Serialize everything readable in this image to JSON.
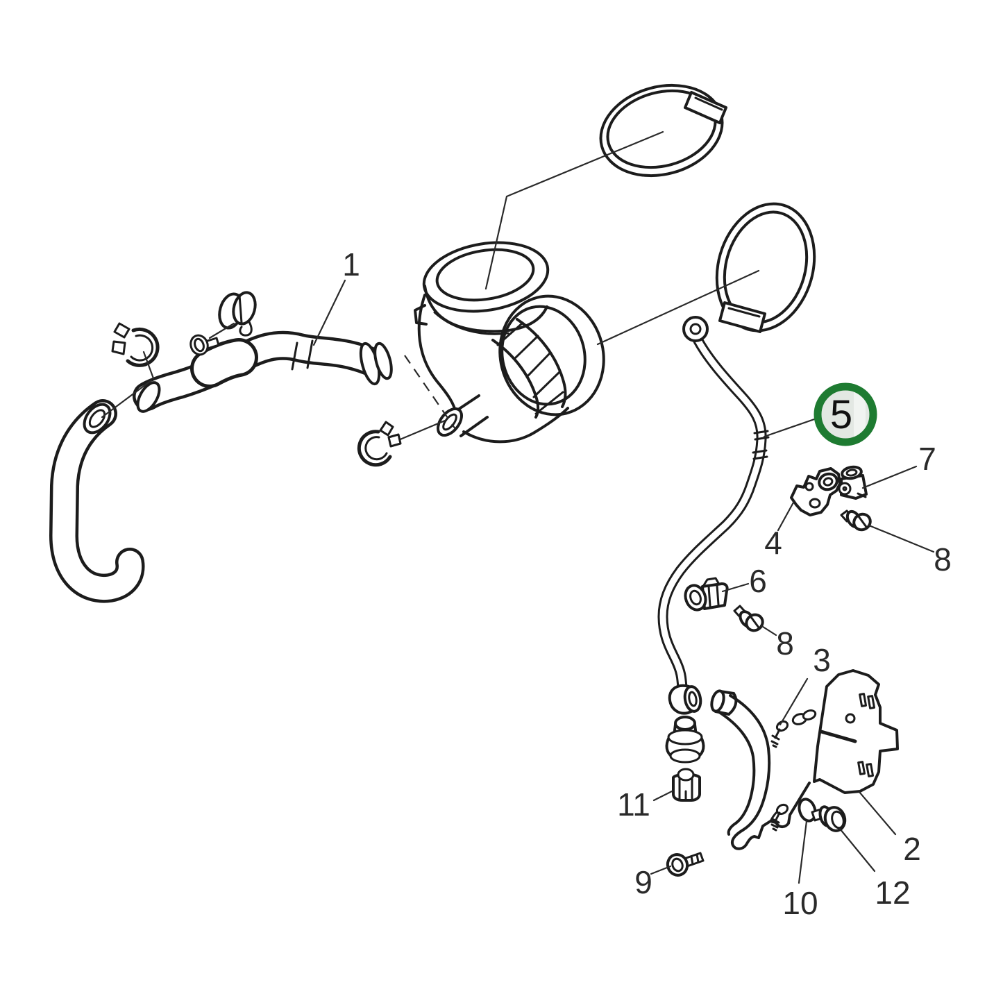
{
  "diagram": {
    "kind": "exploded-parts-diagram",
    "background_color": "#ffffff",
    "line_color": "#1c1c1c",
    "callout_text_color": "#2a2a2a",
    "highlighted_callout": {
      "number": "5",
      "ring_color": "#1e7b31",
      "fill_color": "#e3e8e3",
      "stripe_color": "#f1f4f1",
      "number_color": "#111111"
    },
    "callouts": [
      {
        "label": "1",
        "part": "molded-hose-assembly"
      },
      {
        "label": "2",
        "part": "mounting-bracket"
      },
      {
        "label": "3",
        "part": "small-screw"
      },
      {
        "label": "4",
        "part": "support-bracket"
      },
      {
        "label": "5",
        "part": "metal-pipe",
        "highlighted": true
      },
      {
        "label": "6",
        "part": "pipe-clip"
      },
      {
        "label": "7",
        "part": "pipe-clamp-block"
      },
      {
        "label": "8",
        "part": "flange-bolt"
      },
      {
        "label": "8",
        "part": "flange-bolt"
      },
      {
        "label": "9",
        "part": "flange-bolt"
      },
      {
        "label": "10",
        "part": "seal-washer"
      },
      {
        "label": "11",
        "part": "cap-nut"
      },
      {
        "label": "12",
        "part": "bolt-with-washer"
      }
    ]
  }
}
